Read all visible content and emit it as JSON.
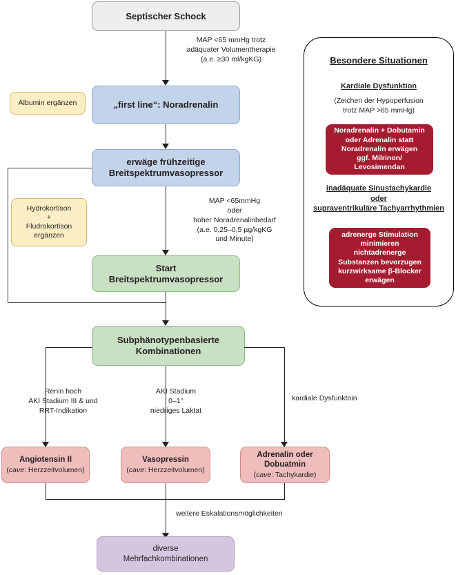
{
  "diagram": {
    "title": "Septischer Schock Eskalationsalgorithmus"
  },
  "nodes": {
    "septischer_schock": "Septischer Schock",
    "first_line": "„first line“: Noradrenalin",
    "erwaege": "erwäge frühzeitige\nBreitspektrumvasopressor",
    "start_breit": "Start\nBreitspektrumvasopressor",
    "subphaenotypen": "Subphänotypenbasierte\nKombinationen",
    "albumin": "Albumin ergänzen",
    "hydrokortison": "Hydrokortison\n+\nFludrokortison\nergänzen",
    "angiotensin_title": "Angiotensin II",
    "angiotensin_cave_label": "cave",
    "angiotensin_cave_text": ": Herzzeitvolumen)",
    "vasopressin_title": "Vasopressin",
    "vasopressin_cave_label": "cave",
    "vasopressin_cave_text": ": Herzzeitvolumen)",
    "adrenalin_title": "Adrenalin oder\nDobuatmin",
    "adrenalin_cave_label": "cave",
    "adrenalin_cave_text": ": Tachykardie)",
    "diverse": "diverse\nMehrfachkombinationen"
  },
  "edge_labels": {
    "map_65_trotz": "MAP <65 mmHg trotz\nadäquater Volumentherapie\n(a.e. ≥30 ml/kgKG)",
    "map_65_oder": "MAP <65mmHg\noder\nhoher Noradrenalinbedarf\n(a.e. 0,25–0,5 µg/kgKG\nund Minute)",
    "branch_left": "Renin hoch\nAKI Stadium III & und\nRRT-Indikation",
    "branch_middle": "AKI Stadium\n0–1°\nniedriges Laktat",
    "branch_right": "kardiale Dysfunktoin",
    "weitere_eskalation": "weitere Eskalationsmöglichkeiten"
  },
  "panel": {
    "title": "Besondere Situationen",
    "section1_heading": "Kardiale Dysfunktion",
    "section1_note": "(Zeichen der Hypoperfusion\ntrotz MAP >65 mmHg)",
    "section1_box": "Noradrenalin + Dobutamin\noder Adrenalin statt\nNoradrenalin erwägen\nggf. Milrinon/\nLevosimendan",
    "section2_heading": "inadäquate Sinustachykardie\noder\nsupraventrikuläre Tachyarrhythmien",
    "section2_box": "adrenerge Stimulation\nminimieren\nnichtadrenerge\nSubstanzen bevorzugen\nkurzwirksame β-Blocker\nerwägen"
  },
  "colors": {
    "grey_fill": "#eeeeee",
    "blue_fill": "#c3d4ea",
    "green_fill": "#c9e0c4",
    "red_fill": "#f0bdbd",
    "purple_fill": "#d5c6e0",
    "yellow_fill": "#fbeec4",
    "crimson": "#a51c30",
    "line": "#231f20"
  }
}
